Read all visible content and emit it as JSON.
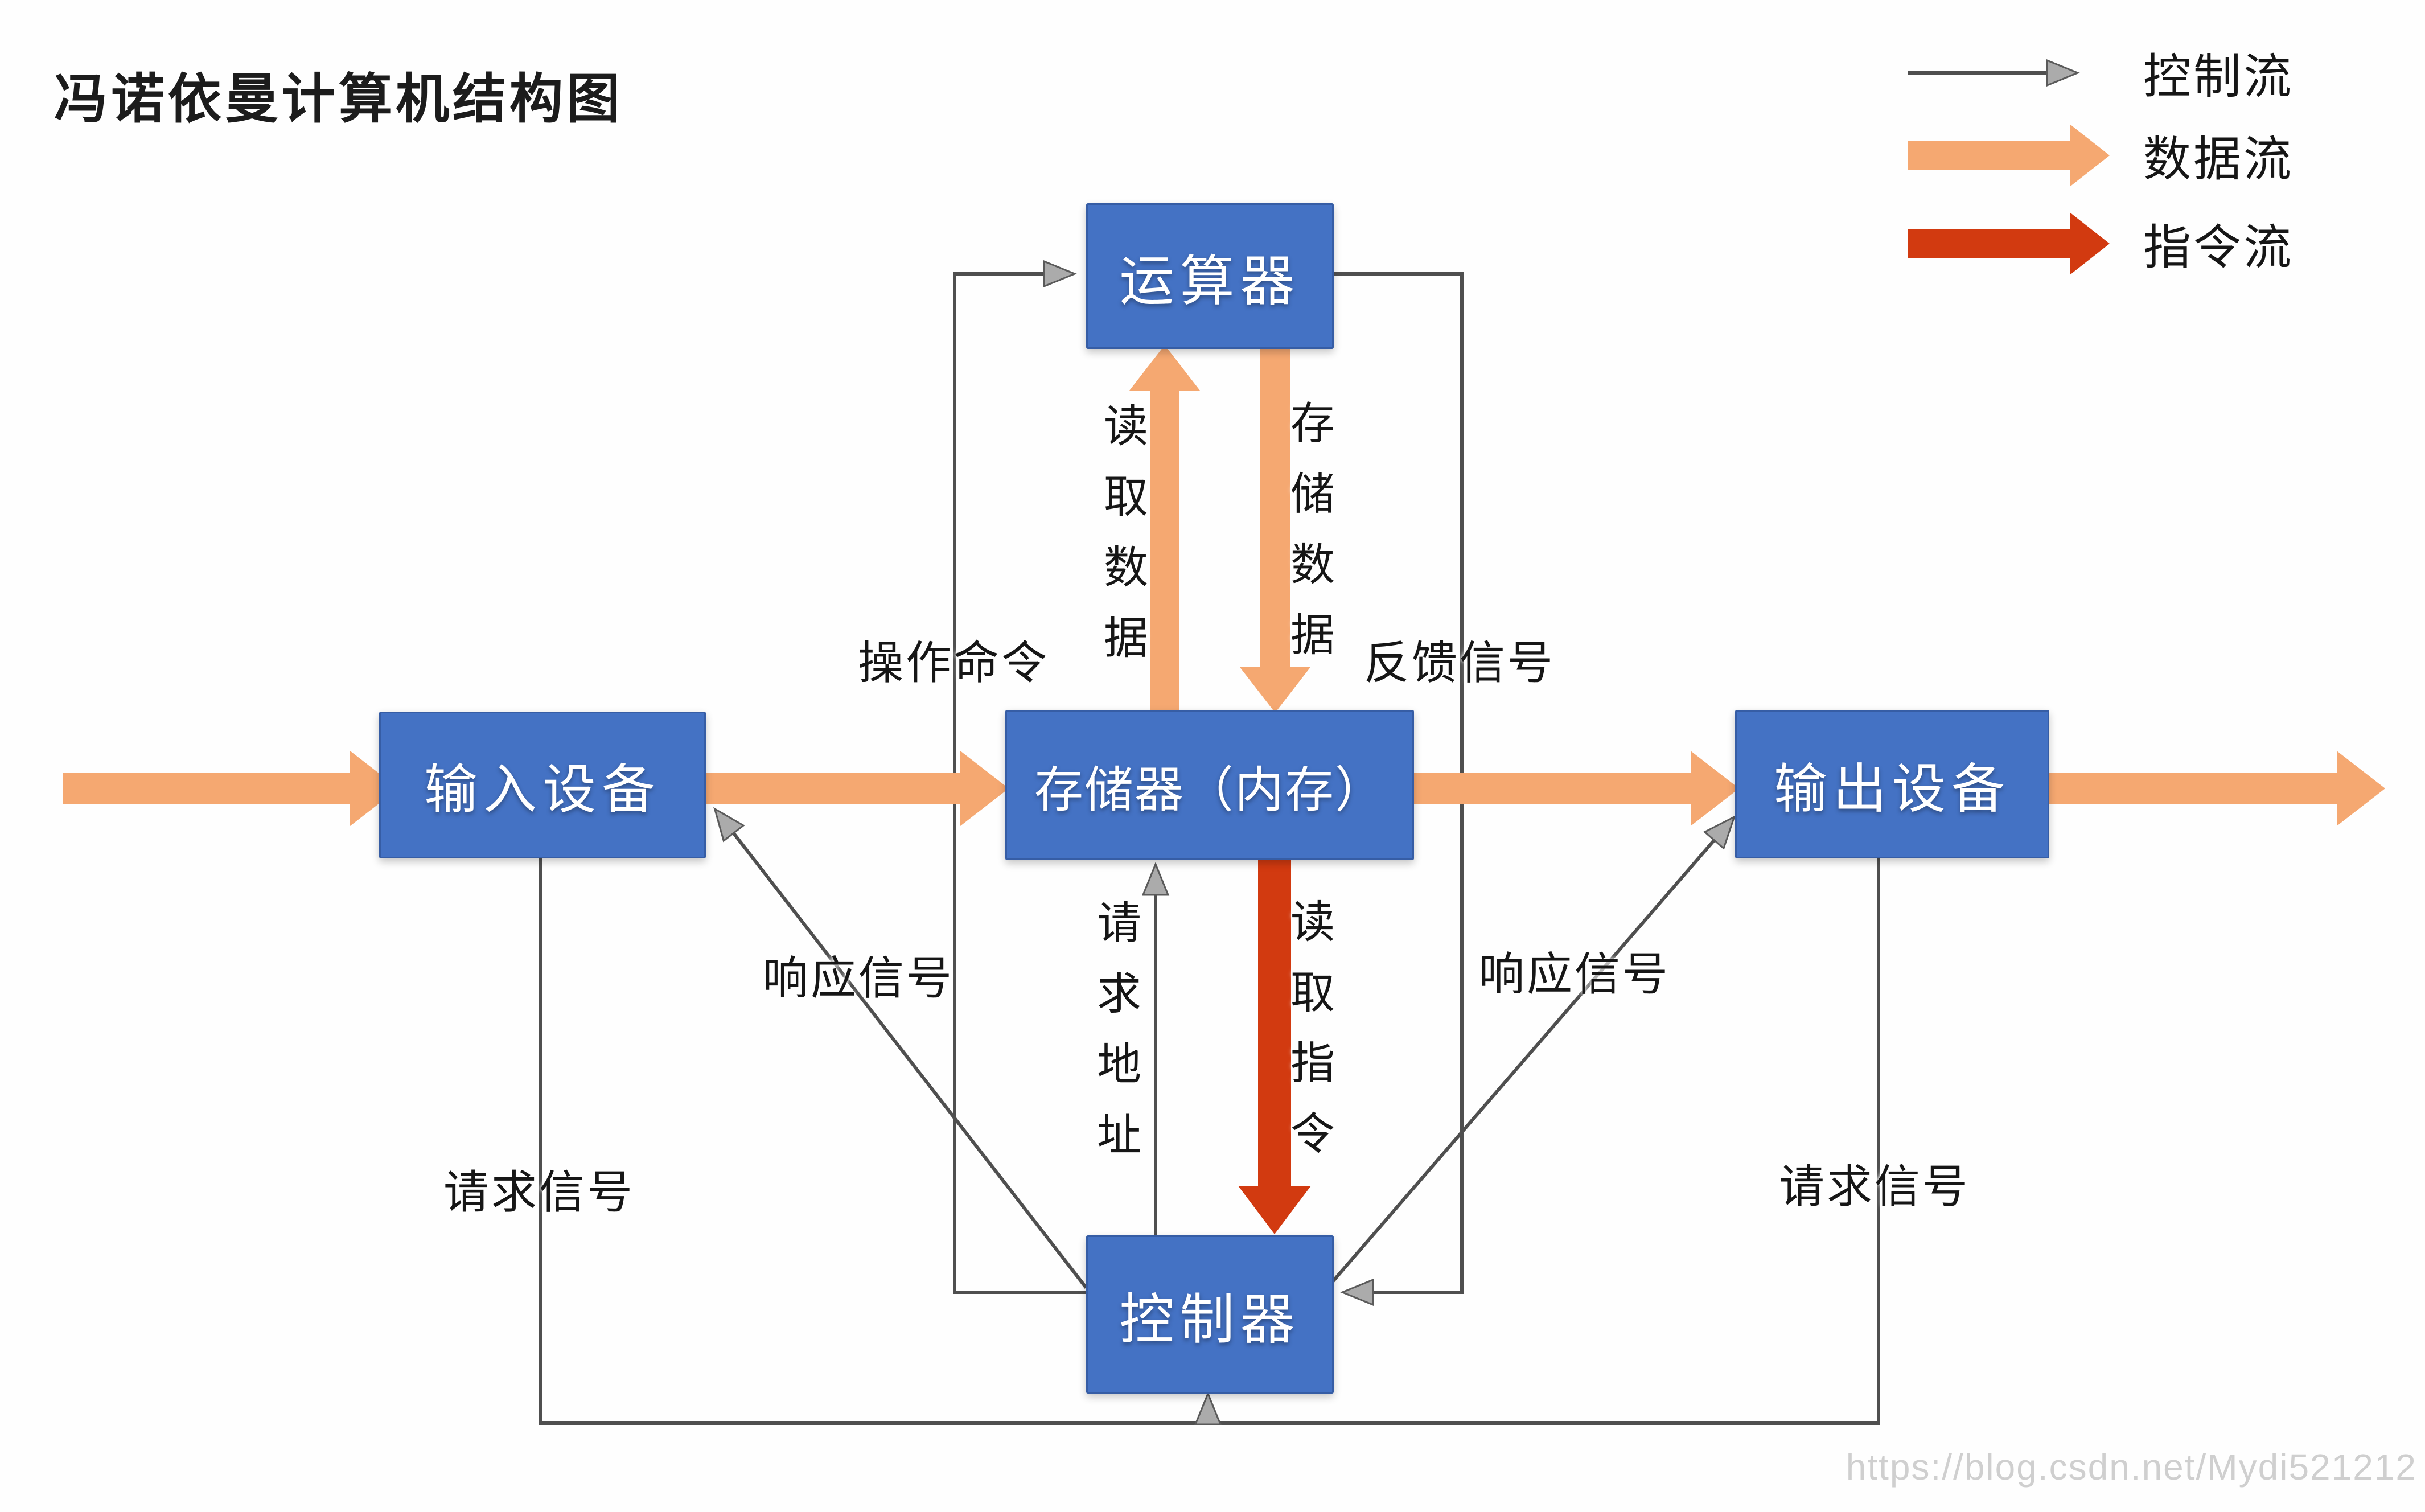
{
  "title": "冯诺依曼计算机结构图",
  "legend": {
    "items": [
      {
        "name": "control-flow",
        "label": "控制流"
      },
      {
        "name": "data-flow",
        "label": "数据流"
      },
      {
        "name": "instruction-flow",
        "label": "指令流"
      }
    ]
  },
  "nodes": {
    "alu": {
      "label": "运算器"
    },
    "input": {
      "label": "输入设备"
    },
    "memory": {
      "label": "存储器（内存）"
    },
    "output": {
      "label": "输出设备"
    },
    "controller": {
      "label": "控制器"
    }
  },
  "edge_labels": {
    "read_data": "读取数据",
    "store_data": "存储数据",
    "op_command": "操作命令",
    "feedback_signal": "反馈信号",
    "response_left": "响应信号",
    "response_right": "响应信号",
    "request_address": "请求地址",
    "read_instruction": "读取指令",
    "request_left": "请求信号",
    "request_right": "请求信号"
  },
  "watermark": "https://blog.csdn.net/Mydi521212",
  "colors": {
    "node_fill": "#4472C4",
    "data_flow": "#F5A871",
    "instruction_flow": "#D23A10",
    "control_flow": "#4F4F4F",
    "watermark": "#CFCFCF"
  }
}
